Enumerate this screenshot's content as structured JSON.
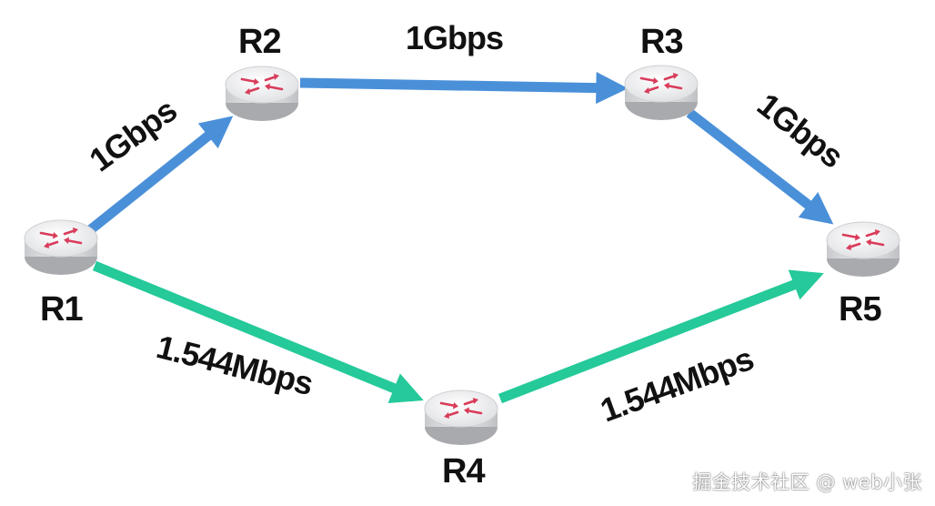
{
  "colors": {
    "fast_link": "#4a90d9",
    "slow_link": "#25c99a",
    "router_body": "#e6e7e9",
    "router_symbol": "#d93c5a"
  },
  "routers": {
    "r1": "R1",
    "r2": "R2",
    "r3": "R3",
    "r4": "R4",
    "r5": "R5"
  },
  "links": {
    "r1_r2": "1Gbps",
    "r2_r3": "1Gbps",
    "r3_r5": "1Gbps",
    "r1_r4": "1.544Mbps",
    "r4_r5": "1.544Mbps"
  },
  "watermark": "掘金技术社区 @ web小张"
}
